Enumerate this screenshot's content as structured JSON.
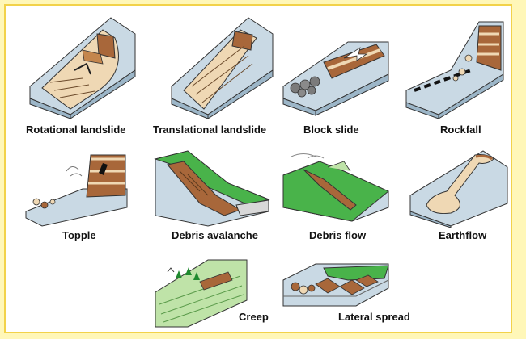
{
  "figure": {
    "labels": {
      "rotational": "Rotational landslide",
      "translational": "Translational landslide",
      "block": "Block slide",
      "rockfall": "Rockfall",
      "topple": "Topple",
      "debris_avalanche": "Debris avalanche",
      "debris_flow": "Debris flow",
      "earthflow": "Earthflow",
      "creep": "Creep",
      "lateral_spread": "Lateral spread"
    }
  },
  "colors": {
    "background": "#fff7b8",
    "frame_border": "#f2d24a",
    "rock_side": "#9cb6c8",
    "rock_top": "#c9d9e4",
    "soil_brown": "#a8673a",
    "sand": "#efd8b4",
    "grass": "#49b34a",
    "grass_light": "#bfe3a8"
  }
}
